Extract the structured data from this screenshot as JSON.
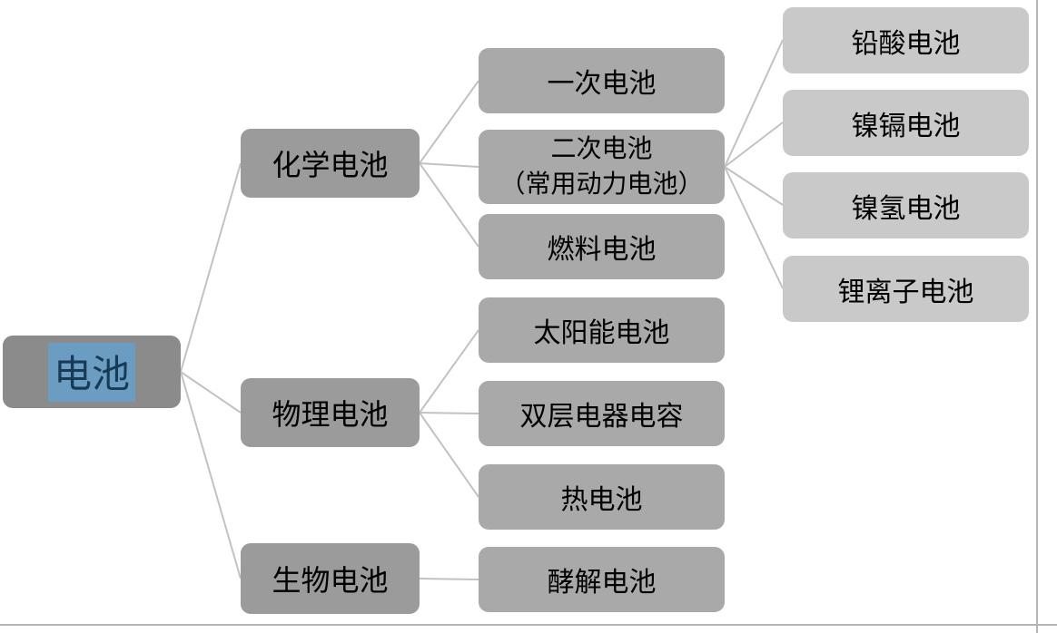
{
  "diagram": {
    "type": "mind-map",
    "topic": "battery classification",
    "root": {
      "label": "电池",
      "selected": true
    },
    "level2": [
      {
        "id": "chemical",
        "label": "化学电池"
      },
      {
        "id": "physical",
        "label": "物理电池"
      },
      {
        "id": "biological",
        "label": "生物电池"
      }
    ],
    "level3": [
      {
        "id": "primary",
        "label": "一次电池",
        "parent": "chemical"
      },
      {
        "id": "secondary",
        "label": "二次电池",
        "label_line2": "（常用动力电池）",
        "parent": "chemical"
      },
      {
        "id": "fuel",
        "label": "燃料电池",
        "parent": "chemical"
      },
      {
        "id": "solar",
        "label": "太阳能电池",
        "parent": "physical"
      },
      {
        "id": "doublelayer",
        "label": "双层电器电容",
        "parent": "physical"
      },
      {
        "id": "thermal",
        "label": "热电池",
        "parent": "physical"
      },
      {
        "id": "fermentation",
        "label": "酵解电池",
        "parent": "biological"
      }
    ],
    "level4": [
      {
        "id": "leadacid",
        "label": "铅酸电池",
        "parent": "secondary"
      },
      {
        "id": "nicd",
        "label": "镍镉电池",
        "parent": "secondary"
      },
      {
        "id": "nimh",
        "label": "镍氢电池",
        "parent": "secondary"
      },
      {
        "id": "liion",
        "label": "锂离子电池",
        "parent": "secondary"
      }
    ],
    "colors": {
      "root_fill": "#8b8b8b",
      "level2_fill": "#9b9b9b",
      "level3_fill": "#a9a9a9",
      "level4_fill": "#c9c9c9",
      "node_text": "#000000",
      "selection_highlight": "#6b9dc2",
      "selection_text": "#173a56",
      "connector": "#c2c2c2",
      "page_edge": "#b5b5b5"
    }
  }
}
